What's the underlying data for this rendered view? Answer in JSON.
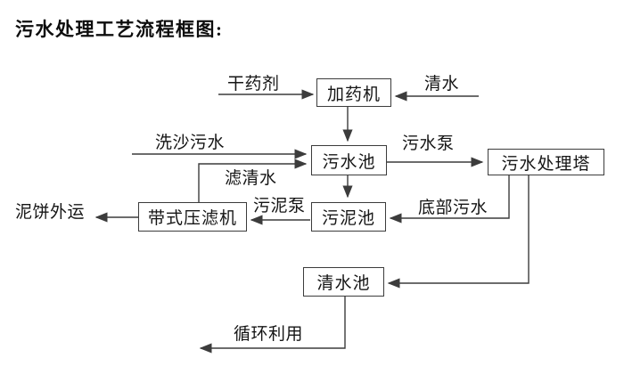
{
  "title": "污水处理工艺流程框图:",
  "colors": {
    "background": "#ffffff",
    "line": "#3c3c3c",
    "box_border": "#3c3c3c",
    "text": "#151515"
  },
  "nodes": {
    "dosing_machine": {
      "label": "加药机"
    },
    "sewage_pool": {
      "label": "污水池"
    },
    "treatment_tower": {
      "label": "污水处理塔"
    },
    "belt_filter_press": {
      "label": "带式压滤机"
    },
    "sludge_pool": {
      "label": "污泥池"
    },
    "clean_water_pool": {
      "label": "清水池"
    }
  },
  "flow_labels": {
    "dry_chemical": "干药剂",
    "clean_water": "清水",
    "sand_washing_sewage": "洗沙污水",
    "filtered_water": "滤清水",
    "sewage_pump": "污水泵",
    "bottom_sewage": "底部污水",
    "sludge_pump": "污泥泵",
    "mud_cake_out": "泥饼外运",
    "recycling": "循环利用"
  },
  "edges": [
    {
      "from": "干药剂(外部)",
      "to": "加药机",
      "label": "干药剂"
    },
    {
      "from": "清水(外部)",
      "to": "加药机",
      "label": "清水"
    },
    {
      "from": "加药机",
      "to": "污水池",
      "label": ""
    },
    {
      "from": "洗沙污水(外部)",
      "to": "污水池",
      "label": "洗沙污水"
    },
    {
      "from": "带式压滤机",
      "to": "污水池",
      "label": "滤清水"
    },
    {
      "from": "污水池",
      "to": "污水处理塔",
      "label": "污水泵"
    },
    {
      "from": "污水池",
      "to": "污泥池",
      "label": ""
    },
    {
      "from": "污水处理塔",
      "to": "污泥池",
      "label": "底部污水"
    },
    {
      "from": "污水处理塔",
      "to": "清水池",
      "label": ""
    },
    {
      "from": "污泥池",
      "to": "带式压滤机",
      "label": "污泥泵"
    },
    {
      "from": "带式压滤机",
      "to": "外运",
      "label": "泥饼外运"
    },
    {
      "from": "清水池",
      "to": "回用",
      "label": "循环利用"
    }
  ]
}
